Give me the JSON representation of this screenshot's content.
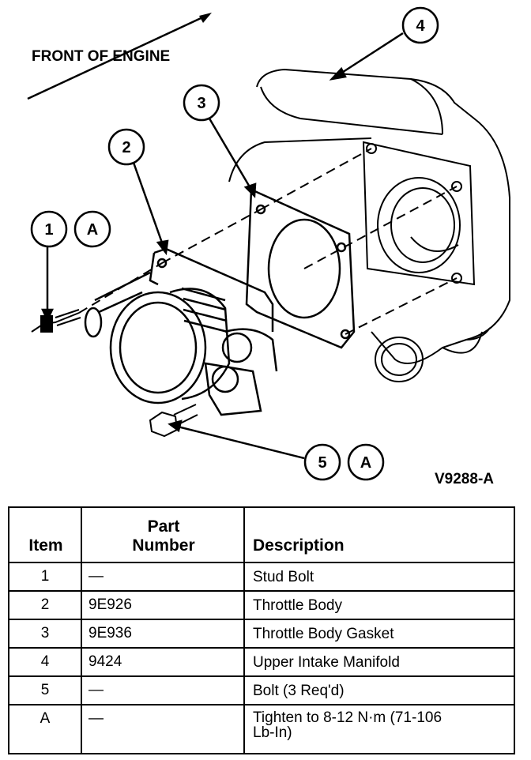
{
  "diagram": {
    "orientation_label": "FRONT OF ENGINE",
    "figure_id": "V9288-A",
    "callouts": [
      "1",
      "A",
      "2",
      "3",
      "4",
      "5",
      "A"
    ]
  },
  "table": {
    "headers": {
      "item": "Item",
      "part_line1": "Part",
      "part_line2": "Number",
      "description": "Description"
    },
    "rows": [
      {
        "item": "1",
        "part": "—",
        "description": "Stud Bolt"
      },
      {
        "item": "2",
        "part": "9E926",
        "description": "Throttle Body"
      },
      {
        "item": "3",
        "part": "9E936",
        "description": "Throttle Body Gasket"
      },
      {
        "item": "4",
        "part": "9424",
        "description": "Upper Intake Manifold"
      },
      {
        "item": "5",
        "part": "—",
        "description": "Bolt (3 Req'd)"
      },
      {
        "item": "A",
        "part": "—",
        "description_line1": "Tighten to 8-12 N·m (71-106",
        "description_line2": "Lb-In)"
      }
    ]
  }
}
